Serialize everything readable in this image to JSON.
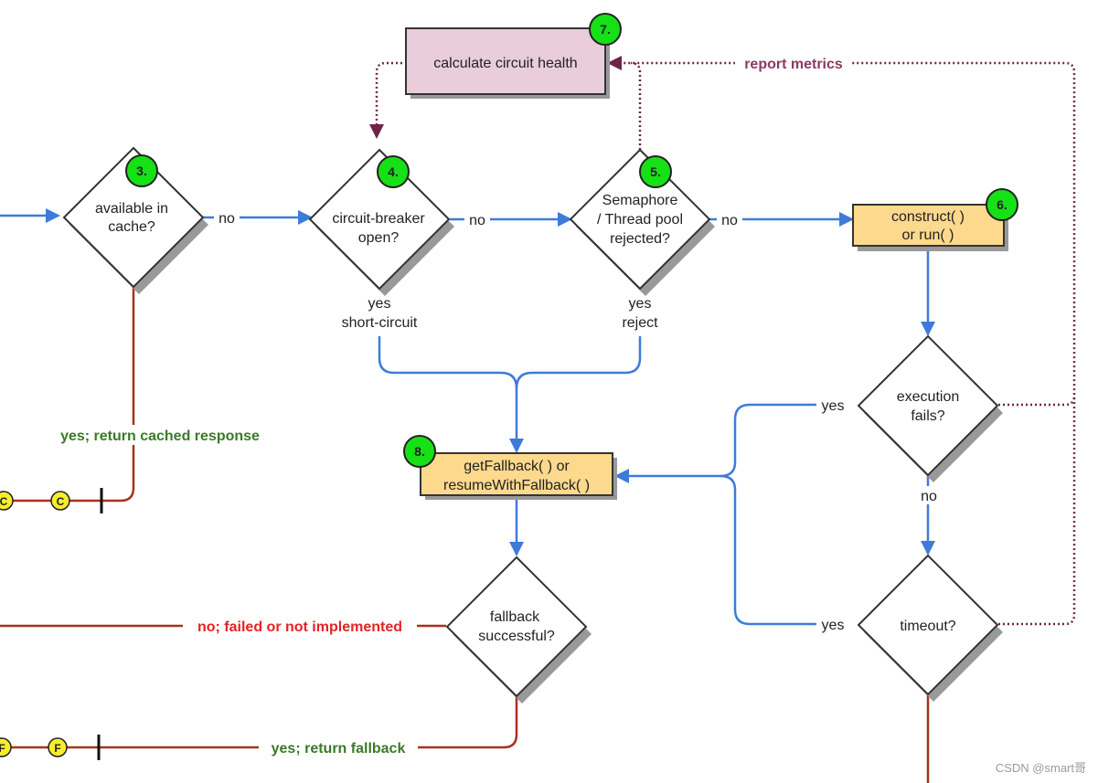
{
  "nodes": {
    "calc_health": {
      "label": "calculate circuit health",
      "step": "7."
    },
    "available_cache": {
      "line1": "available in",
      "line2": "cache?",
      "step": "3."
    },
    "circuit_open": {
      "line1": "circuit-breaker",
      "line2": "open?",
      "step": "4."
    },
    "semaphore": {
      "line1": "Semaphore",
      "line2": "/ Thread pool",
      "line3": "rejected?",
      "step": "5."
    },
    "construct": {
      "line1": "construct( )",
      "line2": "or run( )",
      "step": "6."
    },
    "execution_fails": {
      "line1": "execution",
      "line2": "fails?"
    },
    "fallback": {
      "line1": "getFallback( ) or",
      "line2": "resumeWithFallback( )",
      "step": "8."
    },
    "fallback_success": {
      "line1": "fallback",
      "line2": "successful?"
    },
    "timeout": {
      "label": "timeout?"
    }
  },
  "edges": {
    "cache_no": "no",
    "circuit_no": "no",
    "semaphore_no": "no",
    "circuit_yes_1": "yes",
    "circuit_yes_2": "short-circuit",
    "semaphore_yes_1": "yes",
    "semaphore_yes_2": "reject",
    "report_metrics": "report metrics",
    "cache_yes": "yes; return cached response",
    "exec_yes": "yes",
    "exec_no": "no",
    "timeout_yes": "yes",
    "fallback_no": "no; failed or not implemented",
    "fallback_yes": "yes; return fallback"
  },
  "markers": {
    "cache": "C",
    "fallback": "F"
  },
  "watermark": "CSDN @smart哥",
  "colors": {
    "blue": "#3e7bd9",
    "red": "#a8321c",
    "purple_dotted": "#6e2447",
    "green_badge": "#16e016",
    "yellow_box": "#fcd98c",
    "pink_box": "#eacdda",
    "marker_yellow": "#f6ee2c"
  }
}
